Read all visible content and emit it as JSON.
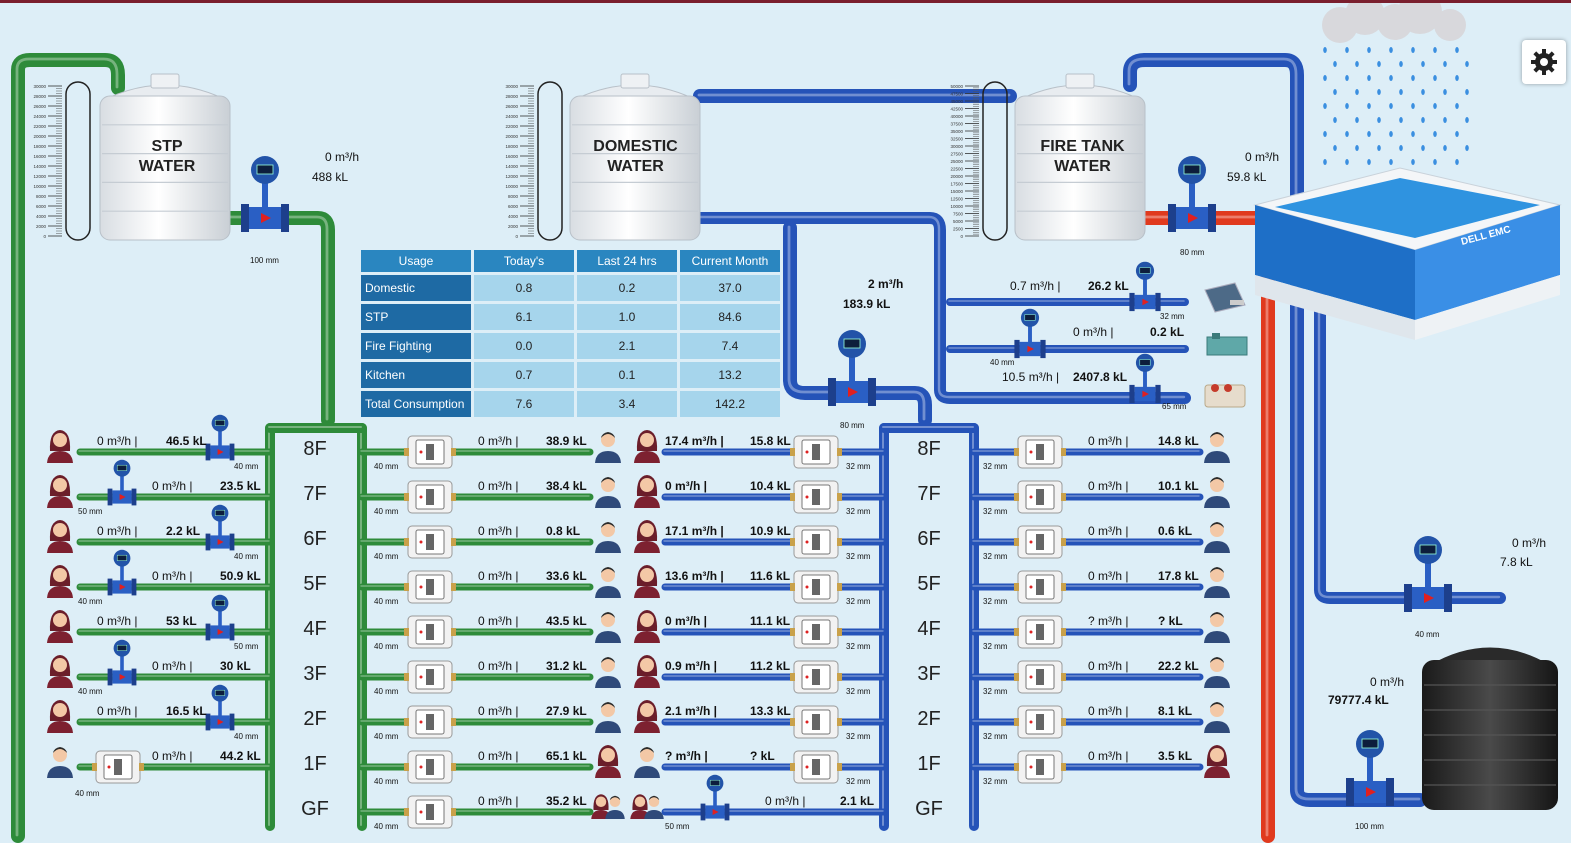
{
  "settings": {
    "icon": "gear-icon"
  },
  "tanks": {
    "stp": {
      "label": "STP\nWATER",
      "flow": "0 m³/h",
      "volume": "488 kL",
      "pipe": "100 mm"
    },
    "domestic": {
      "label": "DOMESTIC\nWATER",
      "flow": "2 m³/h",
      "volume": "183.9 kL",
      "pipe": "80 mm"
    },
    "fire": {
      "label": "FIRE TANK\nWATER",
      "flow": "0 m³/h",
      "volume": "59.8 kL",
      "pipe": "80 mm"
    },
    "rain": {
      "flow": "0 m³/h",
      "volume": "7.8 kL",
      "pipe": "40 mm",
      "brand": "DELL EMC"
    },
    "storage": {
      "flow": "0 m³/h",
      "volume": "79777.4 kL",
      "pipe": "100 mm"
    }
  },
  "gauges": {
    "stp": [
      "30000",
      "28000",
      "26000",
      "24000",
      "22000",
      "20000",
      "18000",
      "16000",
      "14000",
      "12000",
      "10000",
      "8000",
      "6000",
      "4000",
      "2000",
      "0"
    ],
    "domestic": [
      "30000",
      "28000",
      "26000",
      "24000",
      "22000",
      "20000",
      "18000",
      "16000",
      "14000",
      "12000",
      "10000",
      "8000",
      "6000",
      "4000",
      "2000",
      "0"
    ],
    "fire": [
      "50000",
      "47500",
      "45000",
      "42500",
      "40000",
      "37500",
      "35000",
      "32500",
      "30000",
      "27500",
      "25000",
      "22500",
      "20000",
      "17500",
      "15000",
      "12500",
      "10000",
      "7500",
      "5000",
      "2500",
      "0"
    ]
  },
  "utility_lines": [
    {
      "flow": "0.7 m³/h |",
      "volume": "26.2 kL",
      "pipe": "32 mm",
      "icon": "solar-heater-icon"
    },
    {
      "flow": "0 m³/h |",
      "volume": "0.2 kL",
      "pipe": "40 mm",
      "icon": "chiller-icon"
    },
    {
      "flow": "10.5 m³/h |",
      "volume": "2407.8 kL",
      "pipe": "65 mm",
      "icon": "cooling-tower-icon"
    }
  ],
  "usage_table": {
    "headers": [
      "Usage",
      "Today's",
      "Last 24 hrs",
      "Current Month"
    ],
    "rows": [
      [
        "Domestic",
        "0.8",
        "0.2",
        "37.0"
      ],
      [
        "STP",
        "6.1",
        "1.0",
        "84.6"
      ],
      [
        "Fire Fighting",
        "0.0",
        "2.1",
        "7.4"
      ],
      [
        "Kitchen",
        "0.7",
        "0.1",
        "13.2"
      ],
      [
        "Total Consumption",
        "7.6",
        "3.4",
        "142.2"
      ]
    ]
  },
  "floors": [
    "8F",
    "7F",
    "6F",
    "5F",
    "4F",
    "3F",
    "2F",
    "1F",
    "GF"
  ],
  "stp_left": [
    {
      "flow": "0 m³/h |",
      "volume": "46.5 kL",
      "pipe": "40 mm",
      "person": "female"
    },
    {
      "flow": "0 m³/h |",
      "volume": "23.5 kL",
      "pipe": "50 mm",
      "person": "female"
    },
    {
      "flow": "0 m³/h |",
      "volume": "2.2 kL",
      "pipe": "40 mm",
      "person": "female"
    },
    {
      "flow": "0 m³/h |",
      "volume": "50.9 kL",
      "pipe": "40 mm",
      "person": "female"
    },
    {
      "flow": "0 m³/h |",
      "volume": "53 kL",
      "pipe": "50 mm",
      "person": "female"
    },
    {
      "flow": "0 m³/h |",
      "volume": "30 kL",
      "pipe": "40 mm",
      "person": "female"
    },
    {
      "flow": "0 m³/h |",
      "volume": "16.5 kL",
      "pipe": "40 mm",
      "person": "female"
    },
    {
      "flow": "0 m³/h |",
      "volume": "44.2 kL",
      "pipe": "40 mm",
      "person": "male"
    }
  ],
  "stp_right": [
    {
      "flow": "0 m³/h |",
      "volume": "38.9 kL",
      "pipe": "40 mm",
      "person": "male"
    },
    {
      "flow": "0 m³/h |",
      "volume": "38.4 kL",
      "pipe": "40 mm",
      "person": "male"
    },
    {
      "flow": "0 m³/h |",
      "volume": "0.8 kL",
      "pipe": "40 mm",
      "person": "male"
    },
    {
      "flow": "0 m³/h |",
      "volume": "33.6 kL",
      "pipe": "40 mm",
      "person": "male"
    },
    {
      "flow": "0 m³/h |",
      "volume": "43.5 kL",
      "pipe": "40 mm",
      "person": "male"
    },
    {
      "flow": "0 m³/h |",
      "volume": "31.2 kL",
      "pipe": "40 mm",
      "person": "male"
    },
    {
      "flow": "0 m³/h |",
      "volume": "27.9 kL",
      "pipe": "40 mm",
      "person": "male"
    },
    {
      "flow": "0 m³/h |",
      "volume": "65.1 kL",
      "pipe": "40 mm",
      "person": "female"
    },
    {
      "flow": "0 m³/h |",
      "volume": "35.2 kL",
      "pipe": "40 mm",
      "person": "group"
    }
  ],
  "dom_left": [
    {
      "flow": "17.4 m³/h |",
      "volume": "15.8 kL",
      "pipe": "32 mm",
      "person": "female"
    },
    {
      "flow": "0 m³/h |",
      "volume": "10.4 kL",
      "pipe": "32 mm",
      "person": "female"
    },
    {
      "flow": "17.1 m³/h |",
      "volume": "10.9 kL",
      "pipe": "32 mm",
      "person": "female"
    },
    {
      "flow": "13.6 m³/h |",
      "volume": "11.6 kL",
      "pipe": "32 mm",
      "person": "female"
    },
    {
      "flow": "0 m³/h |",
      "volume": "11.1 kL",
      "pipe": "32 mm",
      "person": "female"
    },
    {
      "flow": "0.9 m³/h |",
      "volume": "11.2 kL",
      "pipe": "32 mm",
      "person": "female"
    },
    {
      "flow": "2.1 m³/h |",
      "volume": "13.3 kL",
      "pipe": "32 mm",
      "person": "female"
    },
    {
      "flow": "? m³/h |",
      "volume": "? kL",
      "pipe": "32 mm",
      "person": "male"
    },
    {
      "flow": "0 m³/h |",
      "volume": "2.1 kL",
      "pipe": "50 mm",
      "person": "group"
    }
  ],
  "dom_right": [
    {
      "flow": "0 m³/h |",
      "volume": "14.8 kL",
      "pipe": "32 mm",
      "person": "male"
    },
    {
      "flow": "0 m³/h |",
      "volume": "10.1 kL",
      "pipe": "32 mm",
      "person": "male"
    },
    {
      "flow": "0 m³/h |",
      "volume": "0.6 kL",
      "pipe": "32 mm",
      "person": "male"
    },
    {
      "flow": "0 m³/h |",
      "volume": "17.8 kL",
      "pipe": "32 mm",
      "person": "male"
    },
    {
      "flow": "? m³/h |",
      "volume": "? kL",
      "pipe": "32 mm",
      "person": "male"
    },
    {
      "flow": "0 m³/h |",
      "volume": "22.2 kL",
      "pipe": "32 mm",
      "person": "male"
    },
    {
      "flow": "0 m³/h |",
      "volume": "8.1 kL",
      "pipe": "32 mm",
      "person": "male"
    },
    {
      "flow": "0 m³/h |",
      "volume": "3.5 kL",
      "pipe": "32 mm",
      "person": "female"
    }
  ],
  "colors": {
    "stp_pipe": "#2e8b3a",
    "domestic_pipe": "#2553b8",
    "fire_pipe": "#e03a1e",
    "background": "#ddeef7",
    "table_header": "#2a86c0",
    "table_cell": "#a6d5ec"
  }
}
